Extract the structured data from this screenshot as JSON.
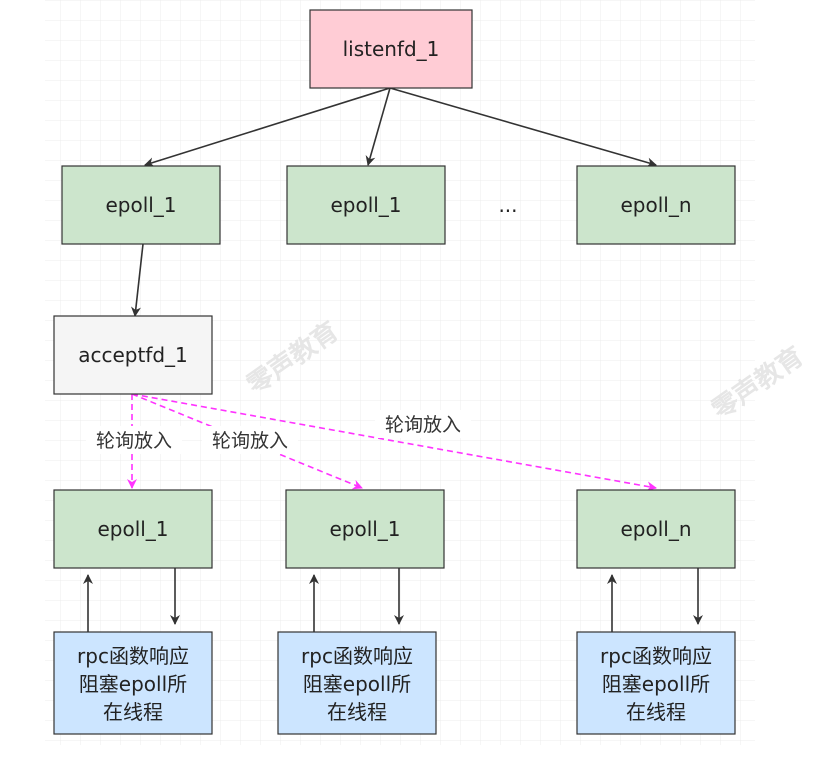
{
  "watermark": "零声教育",
  "nodes": {
    "listenfd": "listenfd_1",
    "epoll_top_1": "epoll_1",
    "epoll_top_2": "epoll_1",
    "ellipsis": "...",
    "epoll_top_n": "epoll_n",
    "acceptfd": "acceptfd_1",
    "epoll_bot_1": "epoll_1",
    "epoll_bot_2": "epoll_1",
    "epoll_bot_n": "epoll_n",
    "rpc_1": [
      "rpc函数响应",
      "阻塞epoll所",
      "在线程"
    ],
    "rpc_2": [
      "rpc函数响应",
      "阻塞epoll所",
      "在线程"
    ],
    "rpc_3": [
      "rpc函数响应",
      "阻塞epoll所",
      "在线程"
    ]
  },
  "edge_labels": {
    "poll_1": "轮询放入",
    "poll_2": "轮询放入",
    "poll_3": "轮询放入"
  },
  "colors": {
    "pink": "#ffccd5",
    "green": "#cce5cc",
    "gray": "#f5f5f5",
    "blue": "#cce5ff",
    "dashed_edge": "#ff33ff",
    "solid_edge": "#333333"
  }
}
